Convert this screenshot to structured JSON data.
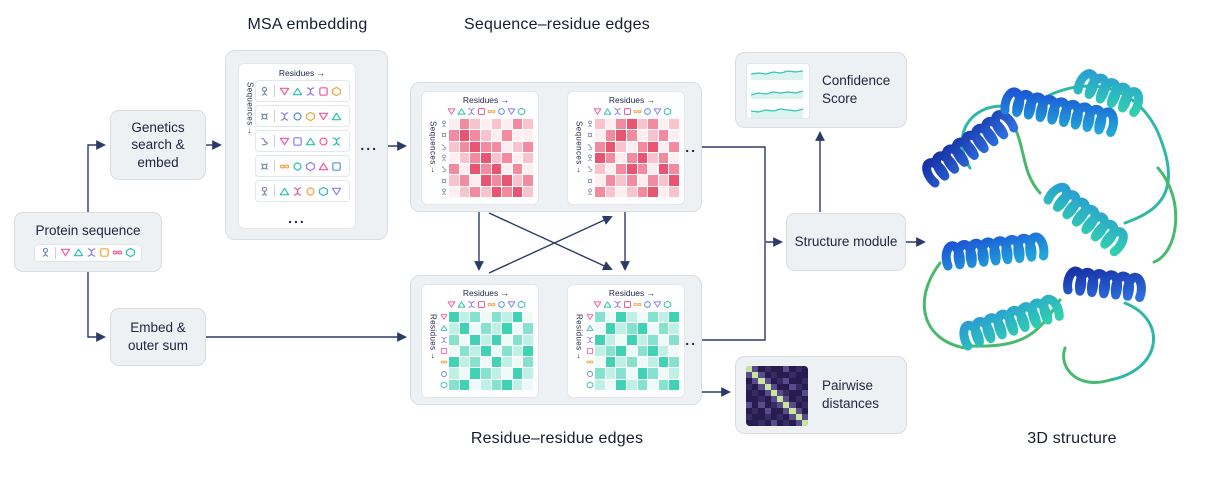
{
  "titles": {
    "msa": "MSA embedding",
    "seq_res": "Sequence–residue edges",
    "res_res": "Residue–residue edges",
    "structure_3d": "3D structure"
  },
  "nodes": {
    "protein_sequence": "Protein sequence",
    "genetics_search": "Genetics search & embed",
    "embed_outer_sum": "Embed & outer sum",
    "structure_module": "Structure module",
    "confidence_score": "Confidence Score",
    "pairwise_distances": "Pairwise distances"
  },
  "axes": {
    "residues_h": "Residues →",
    "residues": "Residues",
    "sequences": "Sequences",
    "down_arrow": "↓"
  },
  "ellipsis": "...",
  "icons": {
    "protein_glyph": [
      "phage:#7c8aa5"
    ],
    "protein_seq_row": [
      "tri_down:#ef5a9d",
      "tri_up:#2bbfae",
      "dna:#8f7af0",
      "square:#f5a33c",
      "infinity:#ef5a9d",
      "hex:#2bbfae"
    ],
    "residue_axis_8": [
      "tri_down:#ef5a9d",
      "tri_up:#2bbfae",
      "dna:#8f7af0",
      "square:#ef5a9d",
      "infinity:#f5a33c",
      "circle:#5b8def",
      "tri_down:#8f7af0",
      "hex:#2bbfae"
    ],
    "residue_axis_v7": [
      "tri_down:#ef5a9d",
      "tri_up:#2bbfae",
      "dna:#8f7af0",
      "square:#ef5a9d",
      "infinity:#f5a33c",
      "circle:#5b8def",
      "hex:#2bbfae"
    ],
    "heatmap_seq_glyphs": [
      "phage:#8a96ad",
      "bug:#8a96ad",
      "worm:#8a96ad",
      "phage:#8a96ad",
      "worm:#8a96ad",
      "bug:#8a96ad",
      "phage:#8a96ad"
    ],
    "msa_rows": [
      {
        "glyph": "phage:#7c8aa5",
        "icons": [
          "tri_down:#ef5a9d",
          "tri_up:#2bbfae",
          "dna:#8f7af0",
          "square:#ef5a9d",
          "hex:#f5a33c"
        ]
      },
      {
        "glyph": "bug:#7c8aa5",
        "icons": [
          "dna:#8f7af0",
          "circle:#5b8def",
          "hex:#f5a33c",
          "tri_down:#ef5a9d",
          "tri_up:#2bbfae"
        ]
      },
      {
        "glyph": "worm:#7c8aa5",
        "icons": [
          "tri_down:#ef5a9d",
          "square:#8f7af0",
          "tri_up:#2bbfae",
          "circle:#ef5a9d",
          "dna:#2bbfae"
        ]
      },
      {
        "glyph": "bug:#7c8aa5",
        "icons": [
          "infinity:#f5a33c",
          "circle:#2bbfae",
          "hex:#8f7af0",
          "tri_up:#ef5a9d",
          "square:#5b8def"
        ]
      },
      {
        "glyph": "phage:#7c8aa5",
        "icons": [
          "tri_up:#2bbfae",
          "dna:#ef5a9d",
          "circle:#f5a33c",
          "hex:#2bbfae",
          "tri_down:#8f7af0"
        ]
      }
    ]
  },
  "palettes": {
    "red": [
      "#fdeef1",
      "#f8c3cd",
      "#f28ba0",
      "#e75570"
    ],
    "teal": [
      "#edfaf7",
      "#bff0e5",
      "#86e2cf",
      "#3fd2b4"
    ],
    "pairwise": [
      "#261c4e",
      "#372b63",
      "#5a4b8c",
      "#c9e59b"
    ]
  },
  "heatmaps": {
    "red1": {
      "palette": "red",
      "cells": [
        [
          0,
          2,
          1,
          0,
          1,
          0,
          2,
          1
        ],
        [
          2,
          3,
          2,
          1,
          0,
          2,
          0,
          0
        ],
        [
          1,
          2,
          3,
          2,
          2,
          0,
          1,
          2
        ],
        [
          0,
          1,
          2,
          3,
          1,
          2,
          0,
          1
        ],
        [
          2,
          0,
          3,
          2,
          3,
          0,
          2,
          0
        ],
        [
          1,
          2,
          0,
          3,
          2,
          3,
          1,
          2
        ],
        [
          0,
          1,
          2,
          1,
          3,
          2,
          3,
          1
        ]
      ]
    },
    "red2": {
      "palette": "red",
      "cells": [
        [
          1,
          0,
          2,
          3,
          1,
          2,
          0,
          1
        ],
        [
          0,
          2,
          3,
          2,
          0,
          1,
          2,
          0
        ],
        [
          2,
          3,
          1,
          0,
          2,
          3,
          0,
          2
        ],
        [
          3,
          2,
          0,
          2,
          3,
          1,
          2,
          0
        ],
        [
          1,
          0,
          2,
          3,
          2,
          0,
          3,
          2
        ],
        [
          0,
          2,
          1,
          2,
          0,
          2,
          1,
          3
        ],
        [
          2,
          1,
          0,
          1,
          2,
          3,
          0,
          1
        ]
      ]
    },
    "teal1": {
      "palette": "teal",
      "cells": [
        [
          3,
          1,
          2,
          0,
          2,
          1,
          3,
          0
        ],
        [
          1,
          3,
          0,
          2,
          1,
          3,
          0,
          2
        ],
        [
          2,
          0,
          3,
          1,
          3,
          0,
          2,
          1
        ],
        [
          0,
          2,
          1,
          3,
          0,
          2,
          1,
          3
        ],
        [
          3,
          1,
          2,
          0,
          3,
          1,
          0,
          2
        ],
        [
          1,
          0,
          3,
          2,
          1,
          0,
          3,
          1
        ],
        [
          2,
          3,
          0,
          1,
          2,
          3,
          1,
          0
        ]
      ]
    },
    "teal2": {
      "palette": "teal",
      "cells": [
        [
          2,
          0,
          3,
          1,
          0,
          2,
          1,
          3
        ],
        [
          0,
          3,
          1,
          2,
          3,
          0,
          2,
          1
        ],
        [
          3,
          1,
          0,
          3,
          1,
          2,
          0,
          2
        ],
        [
          1,
          2,
          3,
          0,
          2,
          3,
          1,
          0
        ],
        [
          0,
          3,
          1,
          2,
          0,
          1,
          3,
          2
        ],
        [
          2,
          1,
          2,
          0,
          3,
          2,
          0,
          1
        ],
        [
          1,
          0,
          3,
          1,
          2,
          0,
          2,
          3
        ]
      ]
    },
    "pairwise": {
      "palette": "pairwise",
      "cells": [
        [
          3,
          2,
          0,
          1,
          0,
          0,
          2,
          0,
          1,
          0
        ],
        [
          2,
          3,
          2,
          0,
          1,
          0,
          0,
          1,
          0,
          0
        ],
        [
          0,
          2,
          3,
          2,
          0,
          1,
          2,
          0,
          0,
          1
        ],
        [
          1,
          0,
          2,
          3,
          2,
          0,
          0,
          2,
          1,
          0
        ],
        [
          0,
          1,
          0,
          2,
          3,
          2,
          1,
          0,
          0,
          2
        ],
        [
          0,
          0,
          1,
          0,
          2,
          3,
          2,
          0,
          1,
          0
        ],
        [
          2,
          0,
          2,
          0,
          1,
          2,
          3,
          2,
          0,
          1
        ],
        [
          0,
          1,
          0,
          2,
          0,
          0,
          2,
          3,
          2,
          0
        ],
        [
          1,
          0,
          0,
          1,
          0,
          1,
          0,
          2,
          3,
          2
        ],
        [
          0,
          0,
          1,
          0,
          2,
          0,
          1,
          0,
          2,
          3
        ]
      ]
    }
  },
  "sparklines": [
    [
      5,
      6,
      5,
      7,
      6,
      8,
      7,
      8
    ],
    [
      3,
      5,
      4,
      6,
      5,
      6,
      5,
      7
    ],
    [
      6,
      5,
      7,
      6,
      8,
      7,
      6,
      8
    ]
  ],
  "colors": {
    "line": "#2c3a69",
    "text": "#1d2647",
    "box_fill": "#eef1f4",
    "box_border": "#d7dde3",
    "accent_teal": "#35c4b5"
  }
}
